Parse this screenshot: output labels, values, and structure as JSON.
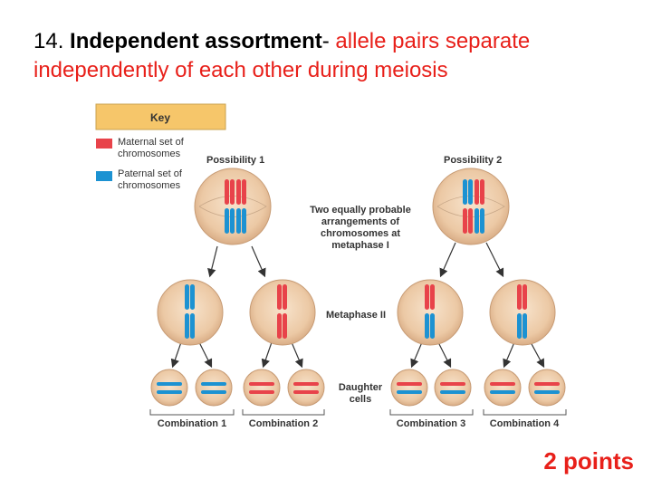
{
  "title": {
    "number": "14.",
    "bold": "Independent assortment",
    "sep": "-",
    "rest_line1": " allele pairs separate",
    "rest_line2": "independently of each other during meiosis"
  },
  "key": {
    "heading": "Key",
    "maternal": [
      "Maternal set of",
      "chromosomes"
    ],
    "paternal": [
      "Paternal set of",
      "chromosomes"
    ]
  },
  "labels": {
    "possibility1": "Possibility 1",
    "possibility2": "Possibility 2",
    "arrangement": [
      "Two equally probable",
      "arrangements of",
      "chromosomes at",
      "metaphase I"
    ],
    "metaphase2": "Metaphase II",
    "daughter": [
      "Daughter",
      "cells"
    ]
  },
  "combinations": [
    "Combination 1",
    "Combination 2",
    "Combination 3",
    "Combination 4"
  ],
  "points": "2 points",
  "colors": {
    "maternal": "#e8434a",
    "paternal": "#1c92d2",
    "accent": "#e8201a",
    "cell": "#efcfae",
    "key_header": "#f6c66a"
  }
}
